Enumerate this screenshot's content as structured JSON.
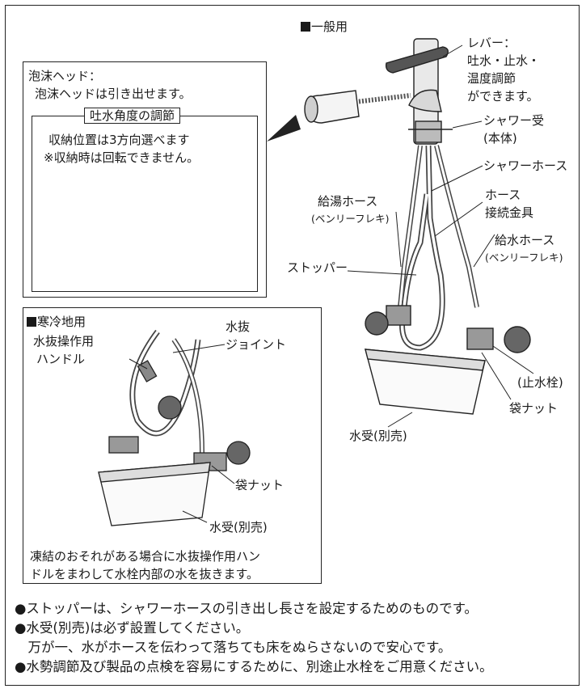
{
  "general": {
    "title": "一般用",
    "lever": [
      "レバー：",
      "吐水・止水・",
      "温度調節",
      "ができます。"
    ],
    "shower_receiver": [
      "シャワー受",
      "(本体)"
    ],
    "shower_hose": "シャワーホース",
    "hot_hose": [
      "給湯ホース",
      "(ベンリーフレキ)"
    ],
    "hose_fitting": [
      "ホース",
      "接続金具"
    ],
    "cold_hose": [
      "給水ホース",
      "(ベンリーフレキ)"
    ],
    "stopper": "ストッパー",
    "stop_valve": "(止水栓)",
    "bag_nut": "袋ナット",
    "water_pan": "水受(別売)"
  },
  "foam_head": {
    "title": "泡沫ヘッド：",
    "text": "泡沫ヘッドは引き出せます。",
    "angle_title": "吐水角度の調節",
    "angle_text_1": "収納位置は3方向選べます",
    "angle_text_2": "※収納時は回転できません。"
  },
  "cold_region": {
    "title": "寒冷地用",
    "drain_handle": [
      "水抜操作用",
      "ハンドル"
    ],
    "drain_joint": [
      "水抜",
      "ジョイント"
    ],
    "bag_nut": "袋ナット",
    "water_pan": "水受(別売)",
    "note": [
      "凍結のおそれがある場合に水抜操作用ハン",
      "ドルをまわして水栓内部の水を抜きます。"
    ]
  },
  "notes": [
    "●ストッパーは、シャワーホースの引き出し長さを設定するためのものです。",
    "●水受(別売)は必ず設置してください。",
    "　万が一、水がホースを伝わって落ちても床をぬらさないので安心です。",
    "●水勢調節及び製品の点検を容易にするために、別途止水栓をご用意ください。"
  ]
}
